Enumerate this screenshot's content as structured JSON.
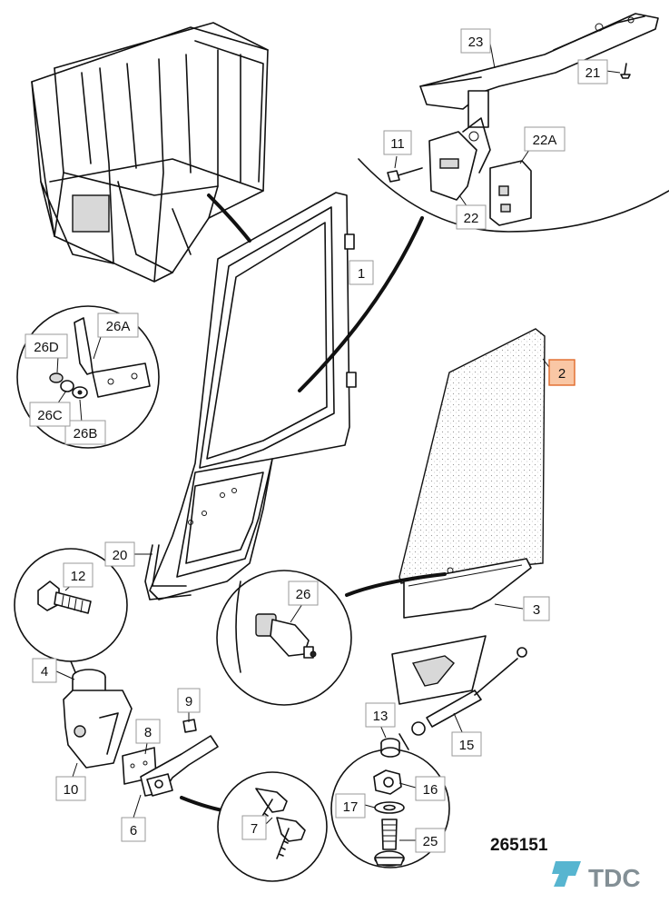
{
  "diagram": {
    "drawing_number": "265151",
    "watermark": "TDC",
    "highlighted_callout": "2",
    "callouts": [
      {
        "id": "1"
      },
      {
        "id": "2"
      },
      {
        "id": "3"
      },
      {
        "id": "4"
      },
      {
        "id": "6"
      },
      {
        "id": "7"
      },
      {
        "id": "8"
      },
      {
        "id": "9"
      },
      {
        "id": "10"
      },
      {
        "id": "11"
      },
      {
        "id": "12"
      },
      {
        "id": "13"
      },
      {
        "id": "15"
      },
      {
        "id": "16"
      },
      {
        "id": "17"
      },
      {
        "id": "20"
      },
      {
        "id": "21"
      },
      {
        "id": "22"
      },
      {
        "id": "22A"
      },
      {
        "id": "23"
      },
      {
        "id": "25"
      },
      {
        "id": "26"
      },
      {
        "id": "26A"
      },
      {
        "id": "26B"
      },
      {
        "id": "26C"
      },
      {
        "id": "26D"
      }
    ],
    "colors": {
      "highlight_fill": "#f9c7a5",
      "highlight_stroke": "#e06a2a",
      "watermark": "#3aa8c8",
      "ink": "#111111"
    }
  }
}
